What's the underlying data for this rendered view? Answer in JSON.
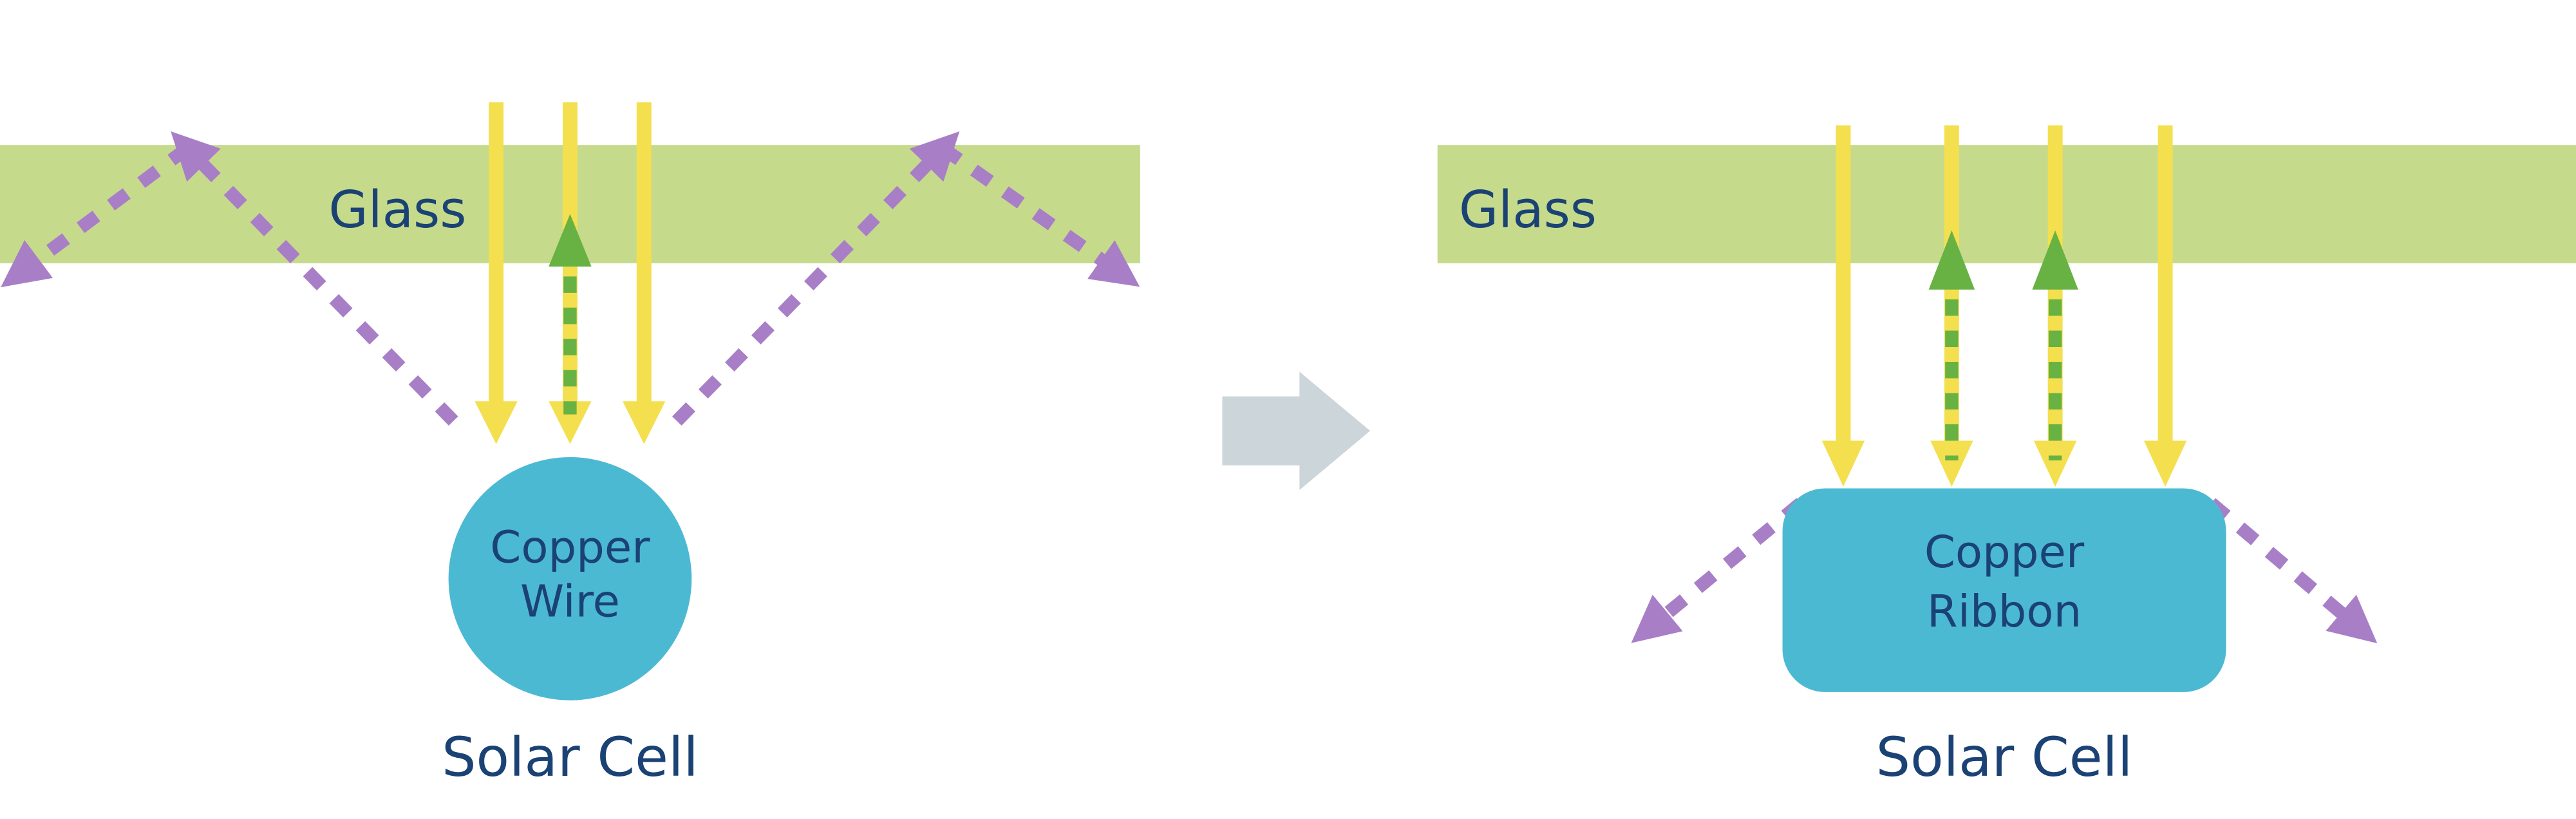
{
  "diagram": {
    "before": {
      "glass_label": "Glass",
      "conductor_label_line1": "Copper",
      "conductor_label_line2": "Wire",
      "cell_label": "Solar Cell"
    },
    "after": {
      "glass_label": "Glass",
      "conductor_label_line1": "Copper",
      "conductor_label_line2": "Ribbon",
      "cell_label": "Solar Cell"
    }
  },
  "colors": {
    "glass_green": "#c6da8c",
    "sunlight_yellow": "#f4df4e",
    "reflected_green": "#68b244",
    "escaped_purple": "#a87fc6",
    "conductor_teal": "#4cb9d3",
    "label_navy": "#1b4274",
    "transform_gray": "#ccd5da"
  }
}
